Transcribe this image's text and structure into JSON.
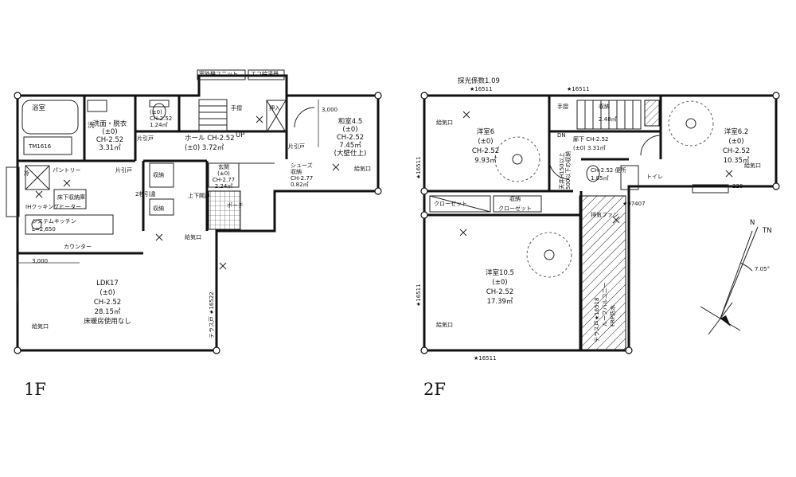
{
  "floors": {
    "f1": {
      "label": "1F",
      "rooms": {
        "ldk": [
          "LDK17",
          "(±0)",
          "CH-2.52",
          "28.15㎡",
          "床暖房使用なし"
        ],
        "washroom": [
          "洗面・脱衣",
          "(±0)",
          "CH-2.52",
          "3.31㎡"
        ],
        "toilet": [
          "(±0)",
          "CH-2.52",
          "1.24㎡"
        ],
        "hall": [
          "ホール CH-2.52",
          "(±0) 3.72㎡"
        ],
        "genkan": [
          "玄関",
          "(±0)",
          "CH-2.77",
          "2.24㎡"
        ],
        "washitsu": [
          "和室4.5",
          "(±0)",
          "CH-2.52",
          "7.45㎡",
          "(大壁仕上)"
        ],
        "shoes": [
          "シューズ",
          "収納",
          "CH-2.77",
          "0.82㎡"
        ]
      },
      "labels": {
        "bath": "浴室",
        "bath_size": "1616",
        "bath_unit": "TM1616",
        "sen": "洗",
        "hei": "冷",
        "rei": "冷",
        "pantry": "パントリー",
        "storage_hikido": "片引戸",
        "kitchen_under": "床下収納庫",
        "kitchen_panel": "IHクッキングヒーター",
        "system_kitchen": "システムキッチン",
        "kitchen_size": "L=2,650",
        "counter": "カウンター",
        "dim_3000": "3,000",
        "kyuki": "給気口",
        "kyuki2": "給気口",
        "kyuki3": "給気口",
        "sakura": "2枚引違",
        "shuno": "収納",
        "shuno2": "収納",
        "up": "UP",
        "tesuri": "手摺",
        "oshiire": "押入",
        "dim_3000_v": "3,000",
        "terrace": "テラス戸 ★16522",
        "joge_hiki": "上下開戸",
        "jutaku": "ポーチ",
        "hikido": "片引戸",
        "hikido2": "片引戸",
        "hikido3": "片引戸",
        "shudo": "収納",
        "top_labels": [
          "室外機ユニット",
          "エコ給湯器"
        ]
      }
    },
    "f2": {
      "label": "2F",
      "rooms": {
        "yoshitsu6": [
          "洋室6",
          "(±0)",
          "CH-2.52",
          "9.93㎡"
        ],
        "yoshitsu62": [
          "洋室6.2",
          "(±0)",
          "CH-2.52",
          "10.35㎡"
        ],
        "yoshitsu105": [
          "洋室10.5",
          "(±0)",
          "CH-2.52",
          "17.39㎡"
        ],
        "rouka": [
          "廊下 CH-2.52",
          "(±0) 3.31㎡"
        ],
        "toilet2": [
          "CH-2.52 便所",
          "1.85㎡"
        ]
      },
      "labels": {
        "saiko": "採光係数1.09",
        "win_16511_a": "★16511",
        "win_16511_b": "★16511",
        "win_16511_c": "★16511",
        "win_16511_d": "★16511",
        "win_16511_e": "★16511",
        "win_07407": "★07407",
        "win_16518": "テラス戸★16518",
        "kyuki_a": "給気口",
        "kyuki_b": "給気口",
        "kyuki_c": "給気口",
        "closet_a": "クローゼット",
        "closet_b": "クローゼット",
        "closet_c": "収納",
        "tesuri2": "手摺",
        "dn": "DN",
        "shuno3": "収納",
        "haiki": "排気ファン",
        "balcony": "ルーフバルコニー",
        "balcony2": "FRP防水",
        "tenjo": "天井H150以上",
        "tenjo2": "500以下の収納",
        "dim_220": "220",
        "lbl_2_48": "2.48㎡",
        "toilet_lbl": "トイレ"
      }
    }
  },
  "compass": {
    "n": "N",
    "tn": "TN",
    "angle": "7.05°"
  }
}
